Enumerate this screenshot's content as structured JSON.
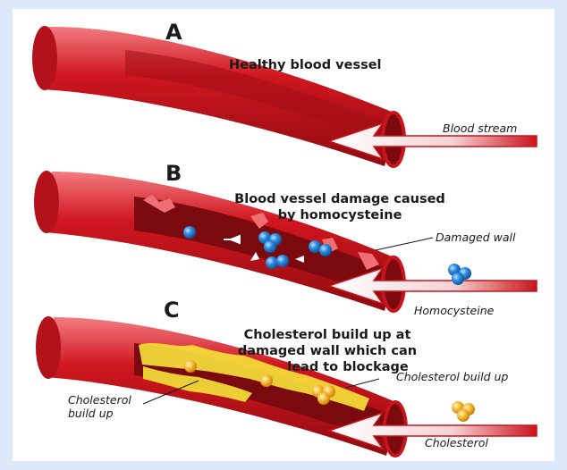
{
  "panels": [
    {
      "letter": "A",
      "title": "Healthy blood vessel",
      "notes": {
        "stream": "Blood stream"
      }
    },
    {
      "letter": "B",
      "title_line1": "Blood vessel damage caused",
      "title_line2": "by homocysteine",
      "notes": {
        "damaged_wall": "Damaged wall",
        "homocysteine": "Homocysteine"
      }
    },
    {
      "letter": "C",
      "title_line1": "Cholesterol build up at",
      "title_line2": "damaged wall which can",
      "title_line3": "lead to blockage",
      "notes": {
        "build_up_right": "Cholesterol build up",
        "build_up_left_1": "Cholesterol",
        "build_up_left_2": "build up",
        "cholesterol": "Cholesterol"
      }
    }
  ],
  "colors": {
    "vessel_dark": "#9b0d12",
    "vessel_mid": "#c8141c",
    "vessel_light": "#ef6f74",
    "lumen": "#7a0a0e",
    "homocysteine": "#1f7fd1",
    "cholesterol": "#f5b82e",
    "plaque": "#f7e23a",
    "background": "#dbe9fb"
  }
}
